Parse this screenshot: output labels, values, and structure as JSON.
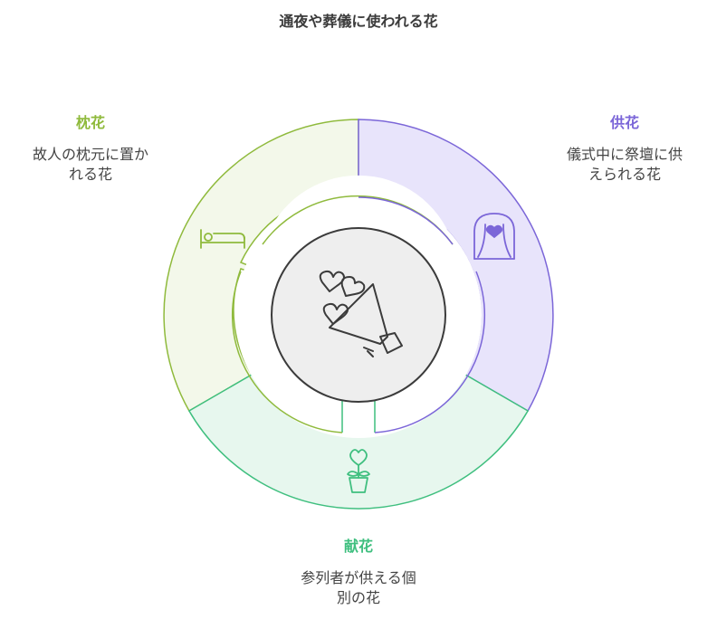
{
  "title": "通夜や葬儀に使われる花",
  "segments": [
    {
      "id": "left",
      "heading": "枕花",
      "description_lines": [
        "故人の枕元に置か",
        "れる花"
      ],
      "color": "#8fba3c",
      "fill": "#f3f8ea",
      "icon": "bed-icon"
    },
    {
      "id": "right",
      "heading": "供花",
      "description_lines": [
        "儀式中に祭壇に供",
        "えられる花"
      ],
      "color": "#7b66d8",
      "fill": "#e8e4fb",
      "icon": "altar-icon"
    },
    {
      "id": "bottom",
      "heading": "献花",
      "description_lines": [
        "参列者が供える個",
        "別の花"
      ],
      "color": "#3fbf7f",
      "fill": "#e7f7ee",
      "icon": "potted-flower-icon"
    }
  ],
  "center": {
    "icon": "bouquet-icon"
  }
}
